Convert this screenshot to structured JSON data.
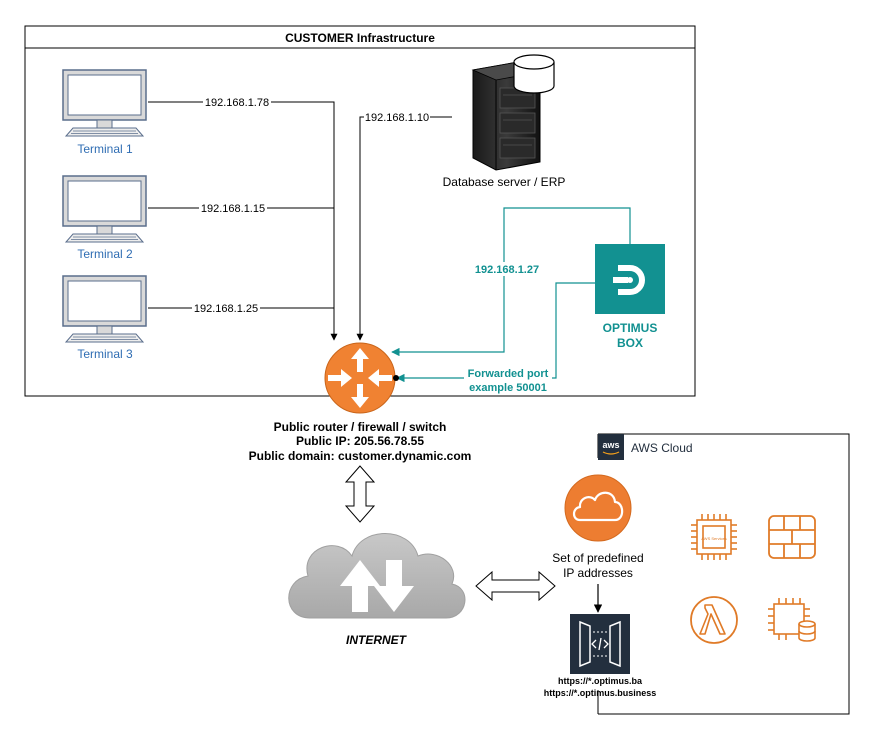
{
  "customer_box": {
    "title": "CUSTOMER Infrastructure"
  },
  "terminals": [
    {
      "label": "Terminal 1",
      "ip": "192.168.1.78"
    },
    {
      "label": "Terminal 2",
      "ip": "192.168.1.15"
    },
    {
      "label": "Terminal 3",
      "ip": "192.168.1.25"
    }
  ],
  "database": {
    "label": "Database server / ERP",
    "ip": "192.168.1.10"
  },
  "optimus": {
    "label_line1": "OPTIMUS",
    "label_line2": "BOX",
    "ip": "192.168.1.27"
  },
  "forwarded": {
    "line1": "Forwarded port",
    "line2": "example 50001"
  },
  "router": {
    "line1": "Public router / firewall / switch",
    "line2": "Public IP: 205.56.78.55",
    "line3": "Public domain: customer.dynamic.com"
  },
  "internet": {
    "label": "INTERNET"
  },
  "aws": {
    "title": "AWS Cloud",
    "logo_text": "aws",
    "ip_set_line1": "Set of predefined",
    "ip_set_line2": "IP addresses",
    "chip_text": "AWS Services",
    "url1": "https://*.optimus.ba",
    "url2": "https://*.optimus.business"
  },
  "colors": {
    "teal": "#129191",
    "aws_orange": "#E07B28",
    "router_orange": "#F08232",
    "terminal_label": "#2F6DB3",
    "cloud_gray": "#B3B3B3",
    "gateway_dark": "#232F3E"
  }
}
